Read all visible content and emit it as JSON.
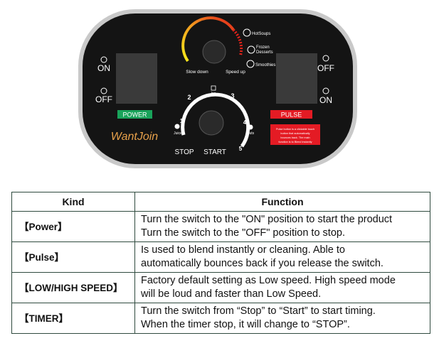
{
  "panel": {
    "speed_modes": [
      "HotSoups",
      "Frozen",
      "Desserts",
      "Smoothies"
    ],
    "slow_down_label": "Slow down",
    "speed_up_label": "Speed up",
    "on_label": "ON",
    "off_label": "OFF",
    "power_label": "POWER",
    "pulse_label": "PULSE",
    "brand": "WantJoin",
    "pulse_note": [
      "Pulse button is a clickable touch",
      "button that automatically",
      "bounces back. The main",
      "function is to Blend instantly"
    ],
    "timer_numbers": [
      "1",
      "2",
      "3",
      "4",
      "5"
    ],
    "timer_ice_label": "Ice",
    "timer_juice_label": "Juice",
    "timer_nuts_label": "Nuts",
    "stop_label": "STOP",
    "start_label": "START",
    "colors": {
      "panel": "#141414",
      "power": "#19a35a",
      "pulse": "#e41b24",
      "bezel": "#cccccc"
    }
  },
  "table": {
    "headers": [
      "Kind",
      "Function"
    ],
    "rows": [
      {
        "kind": "【Power】",
        "lines": [
          "Turn the switch to the \"ON\" position to start the product",
          "Turn the switch to the \"OFF\" position to stop."
        ]
      },
      {
        "kind": "【Pulse】",
        "lines": [
          "Is used to blend instantly or cleaning. Able to",
          "automatically bounces back if you release the switch."
        ]
      },
      {
        "kind": "【LOW/HIGH SPEED】",
        "lines": [
          "Factory default setting as Low speed. High speed mode",
          "will be loud and faster than Low Speed."
        ]
      },
      {
        "kind": "【TIMER】",
        "lines": [
          "Turn the switch from “Stop” to “Start” to start timing.",
          "When the timer stop, it will change to “STOP”."
        ]
      }
    ]
  }
}
